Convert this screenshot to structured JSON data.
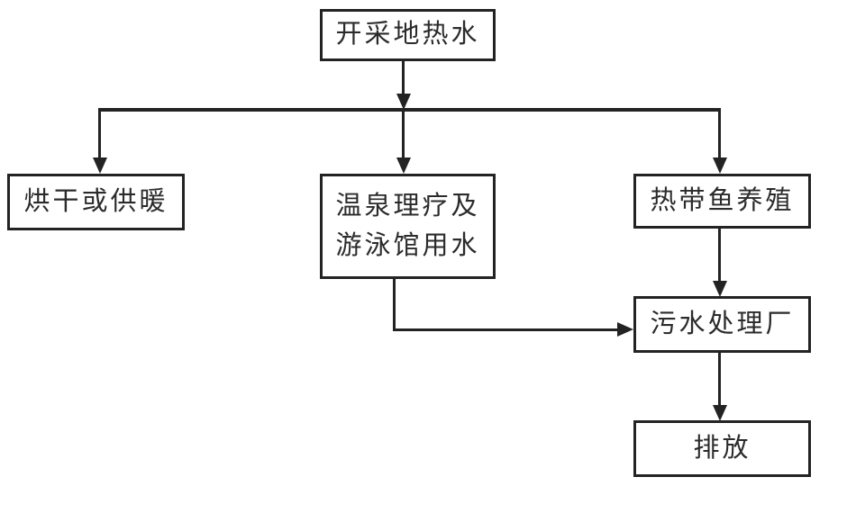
{
  "diagram": {
    "ink_color": "#232323",
    "background_color": "#ffffff",
    "nodes": {
      "extract": {
        "label": "开采地热水"
      },
      "drying": {
        "label": "烘干或供暖"
      },
      "hotspring": {
        "lines": [
          "温泉理疗及",
          "游泳馆用水"
        ]
      },
      "fish": {
        "label": "热带鱼养殖"
      },
      "sewage": {
        "label": "污水处理厂"
      },
      "discharge": {
        "label": "排放"
      }
    },
    "edges": [
      {
        "from": "开采地热水",
        "to": "烘干或供暖"
      },
      {
        "from": "开采地热水",
        "to": "温泉理疗及游泳馆用水"
      },
      {
        "from": "开采地热水",
        "to": "热带鱼养殖"
      },
      {
        "from": "温泉理疗及游泳馆用水",
        "to": "污水处理厂"
      },
      {
        "from": "热带鱼养殖",
        "to": "污水处理厂"
      },
      {
        "from": "污水处理厂",
        "to": "排放"
      }
    ]
  }
}
